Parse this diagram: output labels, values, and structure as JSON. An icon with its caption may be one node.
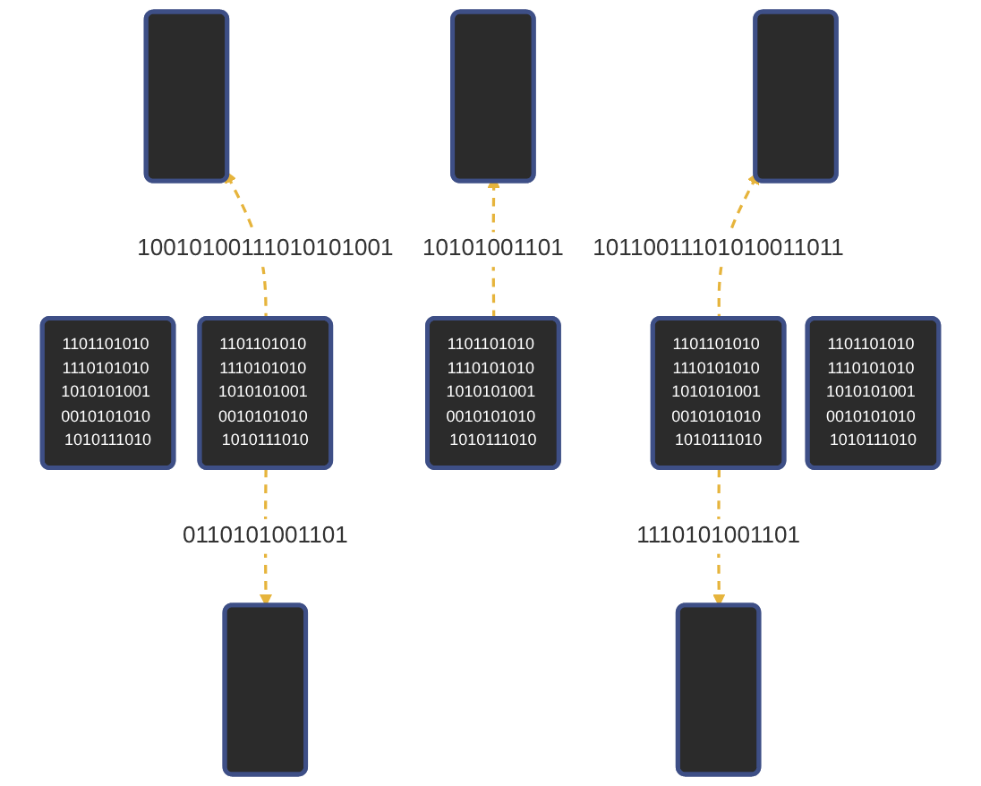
{
  "diagram": {
    "nodes": [
      {
        "text": [],
        "shape": "box"
      },
      {
        "text": [],
        "shape": "box"
      },
      {
        "text": [],
        "shape": "box"
      },
      {
        "text": [
          "1101101010 1110101010 1010101001 0010101010 1010111010"
        ]
      },
      {
        "text": [
          "1101101010 1110101010 1010101001 0010101010 1010111010"
        ]
      },
      {
        "text": [
          "1101101010 1110101010 1010101001 0010101010 1010111010"
        ]
      },
      {
        "text": [
          "1101101010 1110101010 1010101001 0010101010 1010111010"
        ]
      },
      {
        "text": [
          "1101101010 1110101010 1010101001 0010101010 1010111010"
        ]
      },
      {
        "text": [],
        "shape": "box"
      },
      {
        "text": [],
        "shape": "box"
      }
    ],
    "edges": [
      {
        "from": 4,
        "to": 0,
        "arrow": "to",
        "label": "10010100111010101001",
        "style": "dashed",
        "color": "#e6b43c"
      },
      {
        "from": 5,
        "to": 1,
        "arrow": "to",
        "label": "10101001101",
        "style": "dashed",
        "color": "#e6b43c"
      },
      {
        "from": 6,
        "to": 2,
        "arrow": "to",
        "label": "10110011101010011011",
        "style": "dashed",
        "color": "#e6b43c"
      },
      {
        "from": 4,
        "to": 8,
        "arrow": "to",
        "label": "0110101001101",
        "style": "dashed",
        "color": "#e6b43c"
      },
      {
        "from": 6,
        "to": 9,
        "arrow": "to",
        "label": "1110101001101",
        "style": "dashed",
        "color": "#e6b43c"
      }
    ]
  }
}
